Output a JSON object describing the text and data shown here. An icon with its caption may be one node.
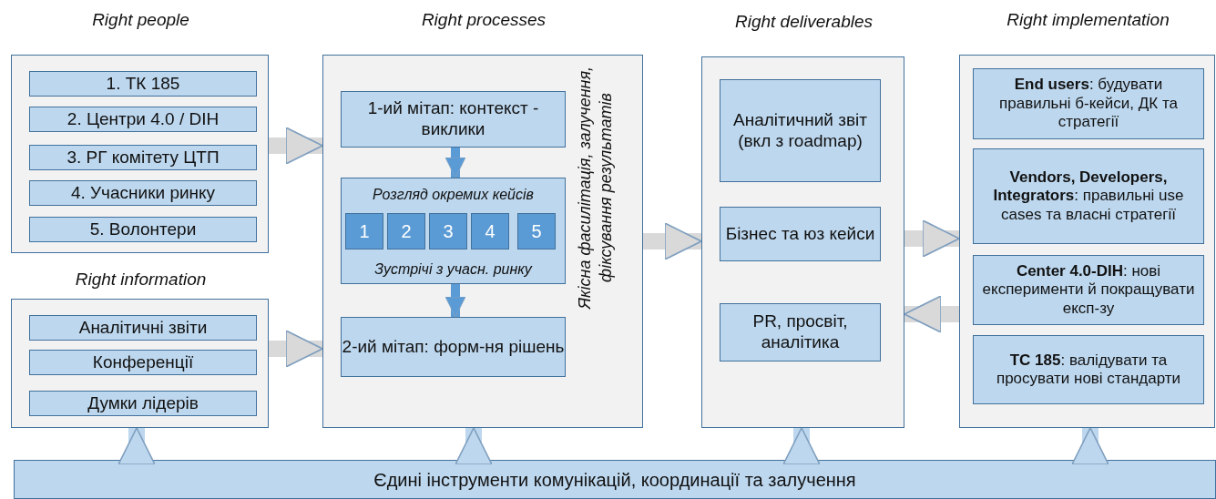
{
  "diagram": {
    "nodes": [
      {
        "text": [
          "Right people"
        ]
      },
      {
        "text": [
          "1. ТК 185"
        ],
        "in": 0
      },
      {
        "text": [
          "2. Центри 4.0 / DIH"
        ],
        "in": 0
      },
      {
        "text": [
          "3. РГ комітету ЦТП"
        ],
        "in": 0
      },
      {
        "text": [
          "4. Учасники ринку"
        ],
        "in": 0
      },
      {
        "text": [
          "5. Волонтери"
        ],
        "in": 0
      },
      {
        "text": [
          "Right information"
        ]
      },
      {
        "text": [
          "Аналітичні звіти"
        ],
        "in": 6
      },
      {
        "text": [
          "Конференції"
        ],
        "in": 6
      },
      {
        "text": [
          "Думки лідерів"
        ],
        "in": 6
      },
      {
        "text": [
          "Right processes",
          "Якісна фасилітація, залучення, фіксування результатів"
        ]
      },
      {
        "text": [
          "1-ий мітап: контекст - виклики"
        ],
        "in": 10
      },
      {
        "text": [
          "Розгляд окремих кейсів",
          "Зустрічі з учасн. ринку"
        ],
        "in": 10
      },
      {
        "text": [
          "1"
        ],
        "in": 12
      },
      {
        "text": [
          "2"
        ],
        "in": 12
      },
      {
        "text": [
          "3"
        ],
        "in": 12
      },
      {
        "text": [
          "4"
        ],
        "in": 12
      },
      {
        "text": [
          "5"
        ],
        "in": 12
      },
      {
        "text": [
          "2-ий мітап: форм-ня рішень"
        ],
        "in": 10
      },
      {
        "text": [
          "Right deliverables"
        ]
      },
      {
        "text": [
          "Аналітичний звіт (вкл з roadmap)"
        ],
        "in": 19
      },
      {
        "text": [
          "Бізнес та юз кейси"
        ],
        "in": 19
      },
      {
        "text": [
          "PR, просвіт, аналітика"
        ],
        "in": 19
      },
      {
        "text": [
          "Right implementation"
        ]
      },
      {
        "text": [
          "**End users**: будувати правильні б-кейси, ДК та стратегії"
        ],
        "in": 23
      },
      {
        "text": [
          "**Vendors, Developers, Integrators**: правильні use cases та власні стратегії"
        ],
        "in": 23
      },
      {
        "text": [
          "**Center 4.0-DIH**: нові експерименти й покращувати експ-зу"
        ],
        "in": 23
      },
      {
        "text": [
          "**TC 185**: валідувати та просувати нові стандарти"
        ],
        "in": 23
      },
      {
        "text": [
          "Єдині інструменти комунікацій, координації та залучення"
        ]
      }
    ],
    "edges": [
      {
        "from": 0,
        "to": 10,
        "arrow": "to"
      },
      {
        "from": 6,
        "to": 10,
        "arrow": "to"
      },
      {
        "from": 10,
        "to": 19,
        "arrow": "to"
      },
      {
        "from": 19,
        "to": 23,
        "arrow": "to"
      },
      {
        "from": 23,
        "to": 19,
        "arrow": "to"
      },
      {
        "from": 11,
        "to": 12,
        "arrow": "to",
        "color": "#5b9bd5"
      },
      {
        "from": 12,
        "to": 18,
        "arrow": "to",
        "color": "#5b9bd5"
      },
      {
        "from": 28,
        "to": 6,
        "arrow": "to",
        "color": "#bdd7ee"
      },
      {
        "from": 28,
        "to": 10,
        "arrow": "to",
        "color": "#bdd7ee"
      },
      {
        "from": 28,
        "to": 19,
        "arrow": "to",
        "color": "#bdd7ee"
      },
      {
        "from": 28,
        "to": 23,
        "arrow": "to",
        "color": "#bdd7ee"
      }
    ]
  }
}
